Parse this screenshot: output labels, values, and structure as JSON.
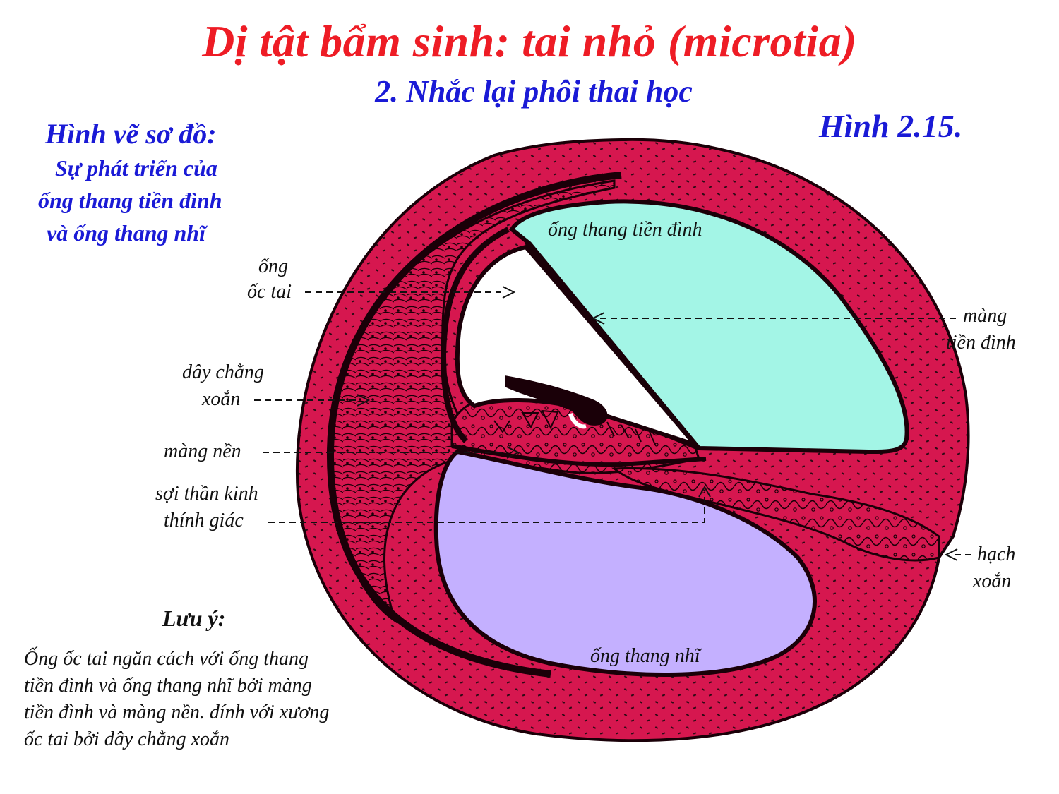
{
  "title": "Dị tật bẩm sinh: tai nhỏ (microtia)",
  "subtitle": "2. Nhắc lại phôi thai học",
  "figure_number": "Hình 2.15.",
  "description": {
    "heading": "Hình vẽ sơ đồ:",
    "lines": [
      "Sự phát triển của",
      "ống thang tiền đình",
      "và ống thang nhĩ"
    ]
  },
  "labels": {
    "scala_vestibuli": "ống thang tiền đình",
    "scala_tympani": "ống thang nhĩ",
    "cochlear_duct_1": "ống",
    "cochlear_duct_2": "ốc tai",
    "spiral_ligament_1": "dây chằng",
    "spiral_ligament_2": "xoắn",
    "basilar_membrane": "màng nền",
    "auditory_nerve_1": "sợi thần kinh",
    "auditory_nerve_2": "thính giác",
    "vestibular_membrane_1": "màng",
    "vestibular_membrane_2": "tiền đình",
    "spiral_ganglion_1": "hạch",
    "spiral_ganglion_2": "xoắn"
  },
  "note": {
    "heading": "Lưu ý:",
    "lines": [
      "Ống ốc tai ngăn cách với ống thang",
      "tiền đình và ống thang nhĩ bởi màng",
      "tiền đình và màng nền. dính với xương",
      "ốc tai bởi dây chằng xoắn"
    ]
  },
  "colors": {
    "title": "#ee1c25",
    "blue_text": "#1a1ad6",
    "bone": "#d6174f",
    "scala_vestibuli_fill": "#a3f5e6",
    "scala_tympani_fill": "#c4b0ff"
  }
}
